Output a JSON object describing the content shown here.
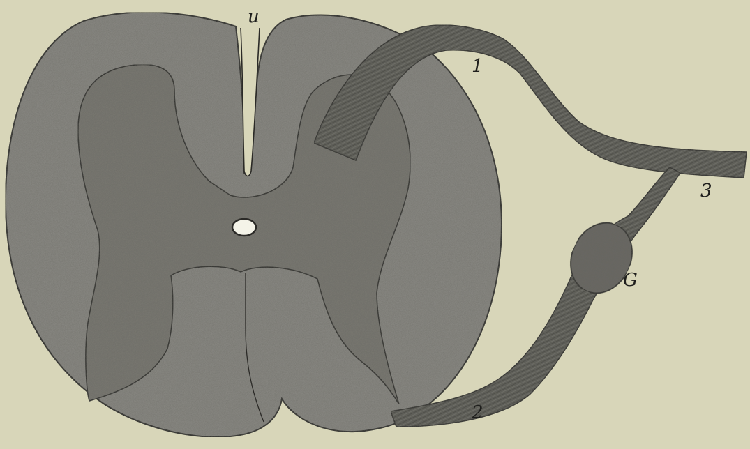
{
  "figure": {
    "labels": {
      "top_marker": "u",
      "root_1": "1",
      "root_2": "2",
      "nerve_3": "3",
      "ganglion": "G"
    },
    "colors": {
      "background": "#d8d6b9",
      "white_matter": "#8b8a84",
      "gray_matter": "#7a7972",
      "nerve": "#5f5e58",
      "outline": "#2b2a27",
      "canal": "#f4f3e8"
    }
  }
}
